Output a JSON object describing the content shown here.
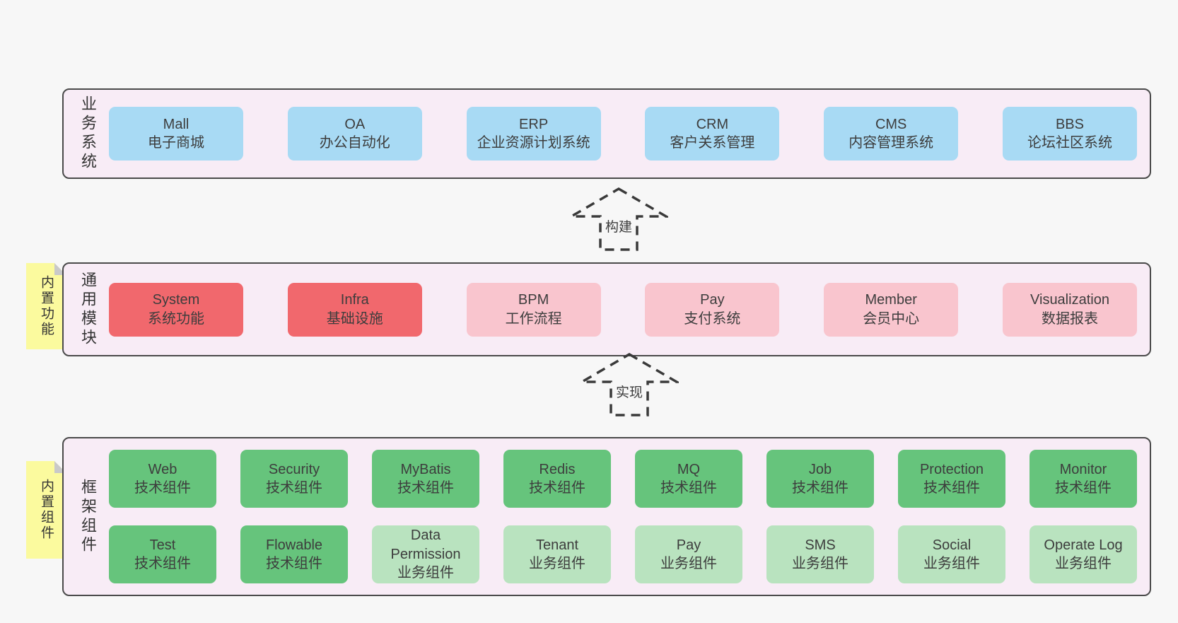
{
  "colors": {
    "blue": "#a8daf4",
    "red": "#f1686d",
    "pink": "#f9c5ce",
    "green": "#66c47c",
    "light_green": "#b9e3bf",
    "sticky_yellow": "#fbfa9e",
    "sticky_fold": "#c9c9c9",
    "container_bg": "#f8ecf6",
    "container_border": "#4a4a4a",
    "page_bg": "#f7f7f7",
    "text": "#3d3d3d"
  },
  "diagram": {
    "layers": [
      {
        "label": "业务系统",
        "sticky": null,
        "rows": [
          [
            {
              "name": "Mall",
              "subtitle": "电子商城",
              "variant": "blue"
            },
            {
              "name": "OA",
              "subtitle": "办公自动化",
              "variant": "blue"
            },
            {
              "name": "ERP",
              "subtitle": "企业资源计划系统",
              "variant": "blue"
            },
            {
              "name": "CRM",
              "subtitle": "客户关系管理",
              "variant": "blue"
            },
            {
              "name": "CMS",
              "subtitle": "内容管理系统",
              "variant": "blue"
            },
            {
              "name": "BBS",
              "subtitle": "论坛社区系统",
              "variant": "blue"
            }
          ]
        ]
      },
      {
        "label": "通用模块",
        "sticky": "内置功能",
        "rows": [
          [
            {
              "name": "System",
              "subtitle": "系统功能",
              "variant": "red"
            },
            {
              "name": "Infra",
              "subtitle": "基础设施",
              "variant": "red"
            },
            {
              "name": "BPM",
              "subtitle": "工作流程",
              "variant": "pink"
            },
            {
              "name": "Pay",
              "subtitle": "支付系统",
              "variant": "pink"
            },
            {
              "name": "Member",
              "subtitle": "会员中心",
              "variant": "pink"
            },
            {
              "name": "Visualization",
              "subtitle": "数据报表",
              "variant": "pink"
            }
          ]
        ]
      },
      {
        "label": "框架组件",
        "sticky": "内置组件",
        "rows": [
          [
            {
              "name": "Web",
              "subtitle": "技术组件",
              "variant": "green"
            },
            {
              "name": "Security",
              "subtitle": "技术组件",
              "variant": "green"
            },
            {
              "name": "MyBatis",
              "subtitle": "技术组件",
              "variant": "green"
            },
            {
              "name": "Redis",
              "subtitle": "技术组件",
              "variant": "green"
            },
            {
              "name": "MQ",
              "subtitle": "技术组件",
              "variant": "green"
            },
            {
              "name": "Job",
              "subtitle": "技术组件",
              "variant": "green"
            },
            {
              "name": "Protection",
              "subtitle": "技术组件",
              "variant": "green"
            },
            {
              "name": "Monitor",
              "subtitle": "技术组件",
              "variant": "green"
            }
          ],
          [
            {
              "name": "Test",
              "subtitle": "技术组件",
              "variant": "green"
            },
            {
              "name": "Flowable",
              "subtitle": "技术组件",
              "variant": "green"
            },
            {
              "name": "Data Permission",
              "subtitle": "业务组件",
              "variant": "light_green"
            },
            {
              "name": "Tenant",
              "subtitle": "业务组件",
              "variant": "light_green"
            },
            {
              "name": "Pay",
              "subtitle": "业务组件",
              "variant": "light_green"
            },
            {
              "name": "SMS",
              "subtitle": "业务组件",
              "variant": "light_green"
            },
            {
              "name": "Social",
              "subtitle": "业务组件",
              "variant": "light_green"
            },
            {
              "name": "Operate Log",
              "subtitle": "业务组件",
              "variant": "light_green"
            }
          ]
        ]
      }
    ],
    "arrows": [
      {
        "label": "构建"
      },
      {
        "label": "实现"
      }
    ]
  }
}
